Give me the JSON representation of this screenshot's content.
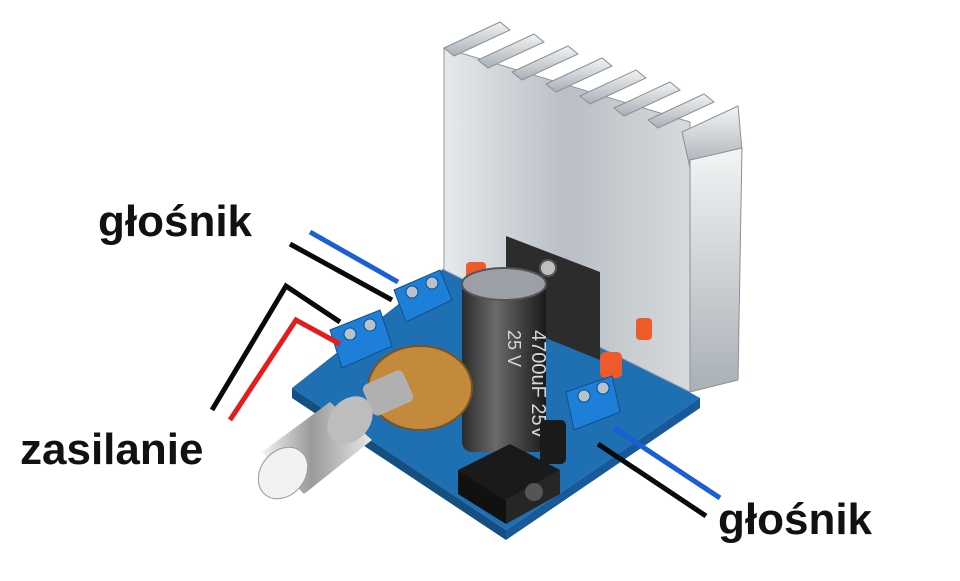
{
  "labels": {
    "speaker_top": "głośnik",
    "power": "zasilanie",
    "speaker_bottom": "głośnik"
  },
  "board": {
    "capacitor_large_text": "4700uF 25V",
    "capacitor_large_text_2": "25 V"
  },
  "colors": {
    "background": "#ffffff",
    "wire_blue": "#1a5fd6",
    "wire_black": "#0a0a0a",
    "wire_red": "#e41c1c",
    "pcb": "#1f6fb3",
    "terminal": "#1e7fd8",
    "heatsink": "#c9ced3",
    "knob": "#d9d9d9"
  },
  "icons": [
    "amplifier-board-photo",
    "heatsink",
    "potentiometer-knob",
    "audio-jack"
  ]
}
